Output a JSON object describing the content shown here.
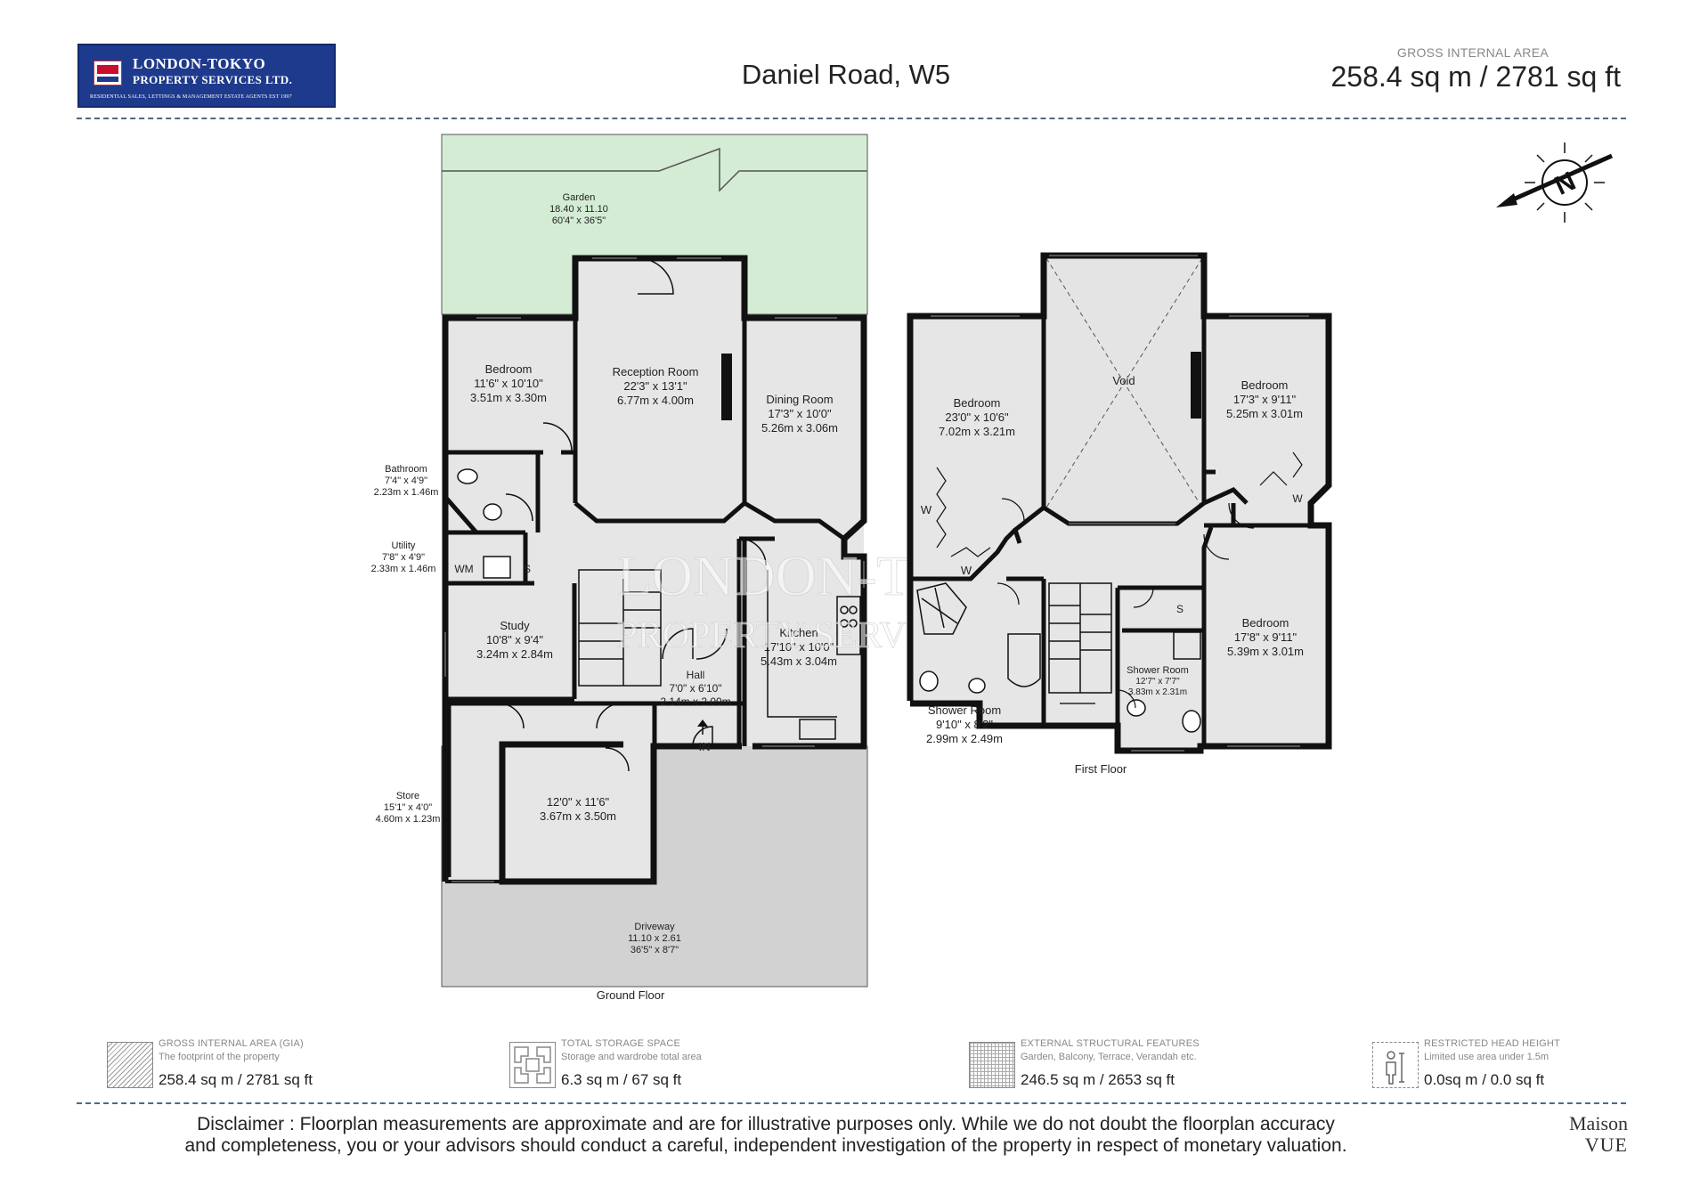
{
  "header": {
    "logo": {
      "name_line1": "LONDON-TOKYO",
      "name_line2": "PROPERTY SERVICES LTD.",
      "tagline": "RESIDENTIAL SALES, LETTINGS & MANAGEMENT ESTATE AGENTS EST 1997"
    },
    "title": "Daniel Road, W5",
    "gia_label": "GROSS INTERNAL AREA",
    "gia_value": "258.4 sq m / 2781 sq ft"
  },
  "compass": {
    "letter": "N"
  },
  "watermark": {
    "line1": "LONDON-TOKYO",
    "line2": "PROPERTY SERVICES LTD."
  },
  "ground_floor": {
    "label": "Ground Floor",
    "garden": {
      "name": "Garden",
      "metric": "18.40 x 11.10",
      "imperial": "60'4\" x 36'5\""
    },
    "bedroom": {
      "name": "Bedroom",
      "imperial": "11'6\" x 10'10\"",
      "metric": "3.51m x 3.30m"
    },
    "reception": {
      "name": "Reception Room",
      "imperial": "22'3\" x 13'1\"",
      "metric": "6.77m x 4.00m"
    },
    "dining": {
      "name": "Dining Room",
      "imperial": "17'3\" x 10'0\"",
      "metric": "5.26m x 3.06m"
    },
    "bathroom": {
      "name": "Bathroom",
      "imperial": "7'4\" x 4'9\"",
      "metric": "2.23m x 1.46m"
    },
    "utility": {
      "name": "Utility",
      "imperial": "7'8\" x 4'9\"",
      "metric": "2.33m x 1.46m",
      "wm": "WM",
      "s": "S"
    },
    "study": {
      "name": "Study",
      "imperial": "10'8\" x 9'4\"",
      "metric": "3.24m x 2.84m"
    },
    "kitchen": {
      "name": "Kitchen",
      "imperial": "17'10\" x 10'0\"",
      "metric": "5.43m x 3.04m"
    },
    "hall": {
      "name": "Hall",
      "imperial": "7'0\" x 6'10\"",
      "metric": "2.14m x 2.09m",
      "entrance": "IN"
    },
    "garage": {
      "imperial": "12'0\" x 11'6\"",
      "metric": "3.67m x 3.50m"
    },
    "store": {
      "name": "Store",
      "imperial": "15'1\" x 4'0\"",
      "metric": "4.60m x 1.23m"
    },
    "driveway": {
      "name": "Driveway",
      "metric": "11.10 x 2.61",
      "imperial": "36'5\" x 8'7\""
    }
  },
  "first_floor": {
    "label": "First Floor",
    "bedroom1": {
      "name": "Bedroom",
      "imperial": "23'0\" x 10'6\"",
      "metric": "7.02m x 3.21m",
      "w1": "W",
      "w2": "W"
    },
    "void": {
      "name": "Void"
    },
    "bedroom2": {
      "name": "Bedroom",
      "imperial": "17'3\" x 9'11\"",
      "metric": "5.25m x 3.01m",
      "w": "W"
    },
    "bedroom3": {
      "name": "Bedroom",
      "imperial": "17'8\" x 9'11\"",
      "metric": "5.39m x 3.01m"
    },
    "shower1": {
      "name": "Shower Room",
      "imperial": "9'10\" x 8'2\"",
      "metric": "2.99m x 2.49m"
    },
    "shower2": {
      "name": "Shower Room",
      "imperial": "12'7\" x 7'7\"",
      "metric": "3.83m x 2.31m",
      "s": "S"
    }
  },
  "legend": [
    {
      "title": "GROSS INTERNAL AREA (GIA)",
      "desc": "The footprint of the property",
      "value": "258.4 sq m / 2781 sq ft"
    },
    {
      "title": "TOTAL STORAGE SPACE",
      "desc": "Storage and wardrobe total area",
      "value": "6.3 sq m / 67 sq ft"
    },
    {
      "title": "EXTERNAL STRUCTURAL FEATURES",
      "desc": "Garden, Balcony, Terrace, Verandah etc.",
      "value": "246.5 sq m / 2653 sq ft"
    },
    {
      "title": "RESTRICTED HEAD HEIGHT",
      "desc": "Limited use area under 1.5m",
      "value": "0.0sq m / 0.0 sq ft"
    }
  ],
  "footer": {
    "disclaimer_line1": "Disclaimer : Floorplan measurements are approximate and are for illustrative purposes only. While we do not doubt the floorplan accuracy",
    "disclaimer_line2": "and completeness, you or your advisors should conduct a careful, independent investigation of the property in respect of monetary valuation.",
    "brand_line1": "Maison",
    "brand_line2": "VUE"
  },
  "colors": {
    "garden": "#d4ecd4",
    "room": "#e6e6e6",
    "driveway": "#d2d2d2",
    "wall": "#111111",
    "logo_blue": "#1e3a8c",
    "dash": "#4a6a8a"
  }
}
